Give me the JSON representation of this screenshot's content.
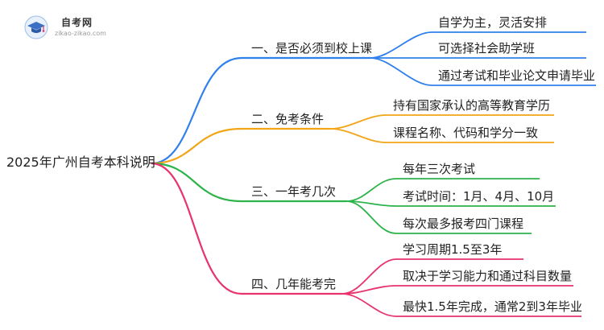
{
  "logo": {
    "name": "自考网",
    "domain": "zikao-zikao.com"
  },
  "root": "2025年广州自考本科说明",
  "branches": [
    {
      "label": "一、是否必须到校上课",
      "color": "#2f80ed",
      "leaves": [
        "自学为主，灵活安排",
        "可选择社会助学班",
        "通过考试和毕业论文申请毕业"
      ]
    },
    {
      "label": "二、免考条件",
      "color": "#f2a516",
      "leaves": [
        "持有国家承认的高等教育学历",
        "课程名称、代码和学分一致"
      ]
    },
    {
      "label": "三、一年考几次",
      "color": "#2cb34a",
      "leaves": [
        "每年三次考试",
        "考试时间：1月、4月、10月",
        "每次最多报考四门课程"
      ]
    },
    {
      "label": "四、几年能考完",
      "color": "#e8336d",
      "leaves": [
        "学习周期1.5至3年",
        "取决于学习能力和通过科目数量",
        "最快1.5年完成，通常2到3年毕业"
      ]
    }
  ]
}
